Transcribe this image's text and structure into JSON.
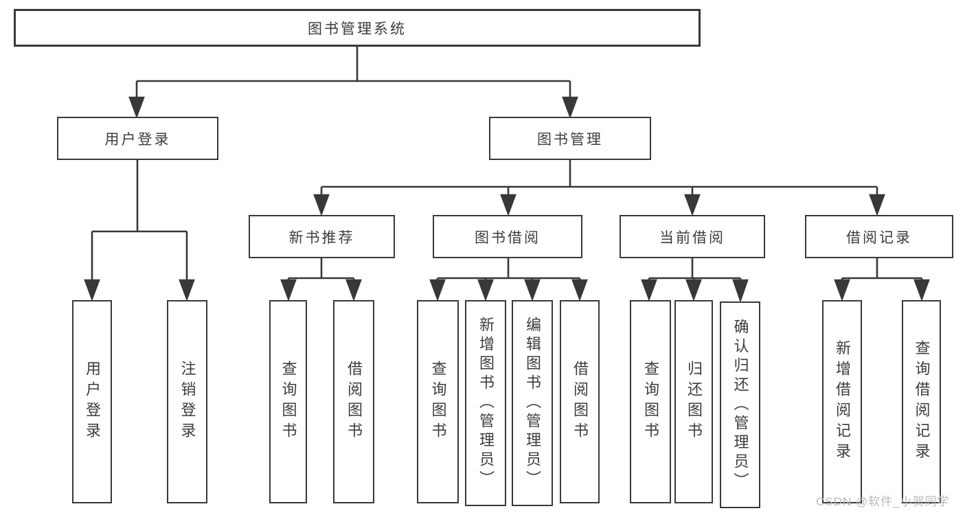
{
  "diagram_title": "图书管理系统",
  "watermark": "CSDN @软件_小贺同学",
  "colors": {
    "line": "#383838",
    "box_border": "#383838",
    "text": "#3c3c3c",
    "watermark": "#b9b9b9",
    "background": "#ffffff"
  },
  "nodes": {
    "root": {
      "label": "图书管理系统"
    },
    "user_login": {
      "label": "用户登录"
    },
    "book_mgmt": {
      "label": "图书管理"
    },
    "new_book_rec": {
      "label": "新书推荐"
    },
    "book_borrow": {
      "label": "图书借阅"
    },
    "current_borrow": {
      "label": "当前借阅"
    },
    "borrow_record": {
      "label": "借阅记录"
    },
    "leaf_user_login": {
      "label": "用户登录"
    },
    "leaf_logout": {
      "label": "注销登录"
    },
    "rec_query_book": {
      "label": "查询图书"
    },
    "rec_borrow_book": {
      "label": "借阅图书"
    },
    "bb_query_book": {
      "label": "查询图书"
    },
    "bb_add_book": {
      "label": "新增图书（管理员）"
    },
    "bb_edit_book": {
      "label": "编辑图书（管理员）"
    },
    "bb_borrow_book": {
      "label": "借阅图书"
    },
    "cb_query_book": {
      "label": "查询图书"
    },
    "cb_return_book": {
      "label": "归还图书"
    },
    "cb_confirm_return": {
      "label": "确认归还（管理员）"
    },
    "br_add_record": {
      "label": "新增借阅记录"
    },
    "br_query_record": {
      "label": "查询借阅记录"
    }
  },
  "edges": [
    [
      "root",
      "user_login"
    ],
    [
      "root",
      "book_mgmt"
    ],
    [
      "user_login",
      "leaf_user_login"
    ],
    [
      "user_login",
      "leaf_logout"
    ],
    [
      "book_mgmt",
      "new_book_rec"
    ],
    [
      "book_mgmt",
      "book_borrow"
    ],
    [
      "book_mgmt",
      "current_borrow"
    ],
    [
      "book_mgmt",
      "borrow_record"
    ],
    [
      "new_book_rec",
      "rec_query_book"
    ],
    [
      "new_book_rec",
      "rec_borrow_book"
    ],
    [
      "book_borrow",
      "bb_query_book"
    ],
    [
      "book_borrow",
      "bb_add_book"
    ],
    [
      "book_borrow",
      "bb_edit_book"
    ],
    [
      "book_borrow",
      "bb_borrow_book"
    ],
    [
      "current_borrow",
      "cb_query_book"
    ],
    [
      "current_borrow",
      "cb_return_book"
    ],
    [
      "current_borrow",
      "cb_confirm_return"
    ],
    [
      "borrow_record",
      "br_add_record"
    ],
    [
      "borrow_record",
      "br_query_record"
    ]
  ]
}
